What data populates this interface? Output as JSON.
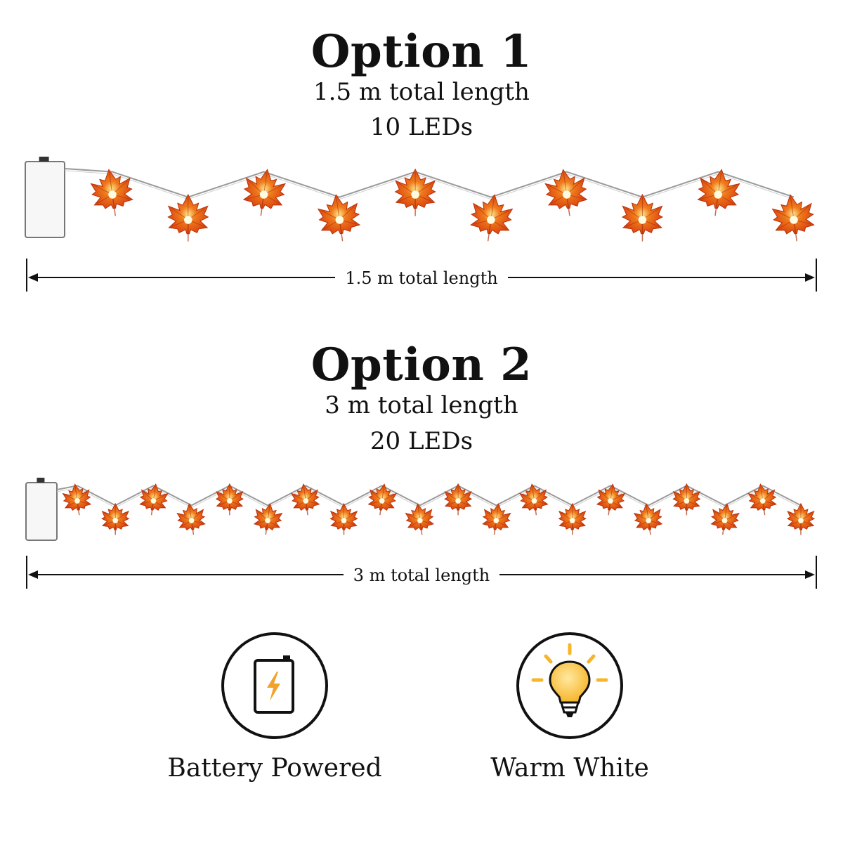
{
  "options": [
    {
      "title": "Option 1",
      "length_text": "1.5 m total length",
      "leds_text": "10 LEDs",
      "led_count": 10,
      "dimension_label": "1.5 m total length"
    },
    {
      "title": "Option 2",
      "length_text": "3 m total length",
      "leds_text": "20 LEDs",
      "led_count": 20,
      "dimension_label": "3 m total length"
    }
  ],
  "features": [
    {
      "label": "Battery Powered",
      "icon": "battery-icon"
    },
    {
      "label": "Warm White",
      "icon": "light-bulb-icon"
    }
  ],
  "colors": {
    "leaf_outer": "#d9400f",
    "leaf_mid": "#ef7a1c",
    "leaf_glow": "#ffe58a",
    "bulb_yellow": "#f6b52a",
    "wire": "#9a9a9a"
  }
}
